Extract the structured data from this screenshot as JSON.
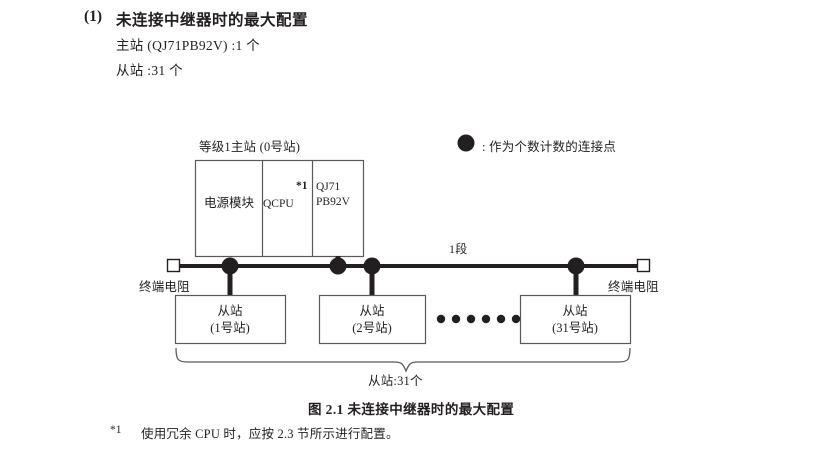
{
  "heading": {
    "number": "(1)",
    "title": "未连接中继器时的最大配置",
    "specs": [
      "主站 (QJ71PB92V) :1 个",
      "从站 :31 个"
    ]
  },
  "diagram": {
    "master_group_label": "等级1主站 (0号站)",
    "legend": {
      "symbol": "filled-circle",
      "text": ": 作为个数计数的连接点"
    },
    "master_cells": [
      {
        "name": "power-module",
        "text": "电源模块"
      },
      {
        "name": "qcpu",
        "text": "QCPU",
        "footnote_mark": "*1"
      },
      {
        "name": "network-module",
        "line1": "QJ71",
        "line2": "PB92V"
      }
    ],
    "segment_label": "1段",
    "terminator_left": "终端电阻",
    "terminator_right": "终端电阻",
    "slaves": [
      {
        "name": "slave-station-1",
        "line1": "从站",
        "line2": "(1号站)"
      },
      {
        "name": "slave-station-2",
        "line1": "从站",
        "line2": "(2号站)"
      },
      {
        "name": "slave-station-31",
        "line1": "从站",
        "line2": "(31号站)"
      }
    ],
    "ellipsis_dots": 6,
    "brace_label": "从站:31个",
    "connection_points": 4,
    "colors": {
      "line": "#231f20",
      "box_border": "#58595b",
      "text": "#231f20",
      "background": "#ffffff"
    }
  },
  "caption": {
    "text": "图 2.1  未连接中继器时的最大配置"
  },
  "footnote": {
    "mark": "*1",
    "text": "使用冗余 CPU 时，应按 2.3 节所示进行配置。"
  }
}
